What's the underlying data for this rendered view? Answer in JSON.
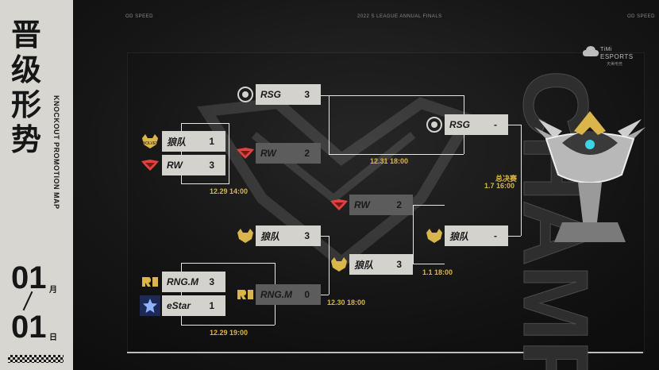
{
  "left_panel": {
    "title_chars": [
      "晋",
      "级",
      "形",
      "势"
    ],
    "subtitle": "KNOCKOUT PROMOTION MAP",
    "month": "01",
    "month_unit": "月",
    "day": "01",
    "day_unit": "日"
  },
  "header": {
    "left": "OD SPEED",
    "center": "2022 S LEAGUE ANNUAL FINALS",
    "right": "OD SPEED"
  },
  "brand": {
    "line1": "TiMi",
    "line2": "ESPORTS",
    "line3": "天美电竞"
  },
  "champion_word": "CHAMPION",
  "final_label": {
    "name": "总决赛",
    "datetime": "1.7  16:00"
  },
  "colors": {
    "accent": "#d9b54b",
    "card_light": "#d4d2cd",
    "card_dark": "#5c5c5c",
    "panel": "#d8d6d1"
  },
  "matches": {
    "r1_top": {
      "team_a": {
        "name": "狼队",
        "score": "1",
        "logo": "wolves-logo"
      },
      "team_b": {
        "name": "RW",
        "score": "3",
        "logo": "rw-logo"
      },
      "date": "12.29  14:00"
    },
    "r1_bottom": {
      "team_a": {
        "name": "RNG.M",
        "score": "3",
        "logo": "rng-logo"
      },
      "team_b": {
        "name": "eStar",
        "score": "1",
        "logo": "estar-logo"
      },
      "date": "12.29  19:00"
    },
    "semi_top": {
      "team_a": {
        "name": "RSG",
        "score": "3",
        "logo": "rsg-logo"
      },
      "team_b": {
        "name": "RW",
        "score": "2",
        "logo": "rw-logo"
      },
      "date": "12.31  18:00"
    },
    "lower_a": {
      "team_a": {
        "name": "狼队",
        "score": "3",
        "logo": "wolves-logo"
      },
      "team_b": {
        "name": "RNG.M",
        "score": "0",
        "logo": "rng-logo"
      },
      "date": "12.30  18:00"
    },
    "lower_b": {
      "team_a": {
        "name": "RW",
        "score": "2",
        "logo": "rw-logo"
      },
      "team_b": {
        "name": "狼队",
        "score": "3",
        "logo": "wolves-logo"
      },
      "date": "1.1  18:00"
    },
    "final": {
      "team_a": {
        "name": "RSG",
        "score": "-",
        "logo": "rsg-logo"
      },
      "team_b": {
        "name": "狼队",
        "score": "-",
        "logo": "wolves-logo"
      }
    }
  }
}
